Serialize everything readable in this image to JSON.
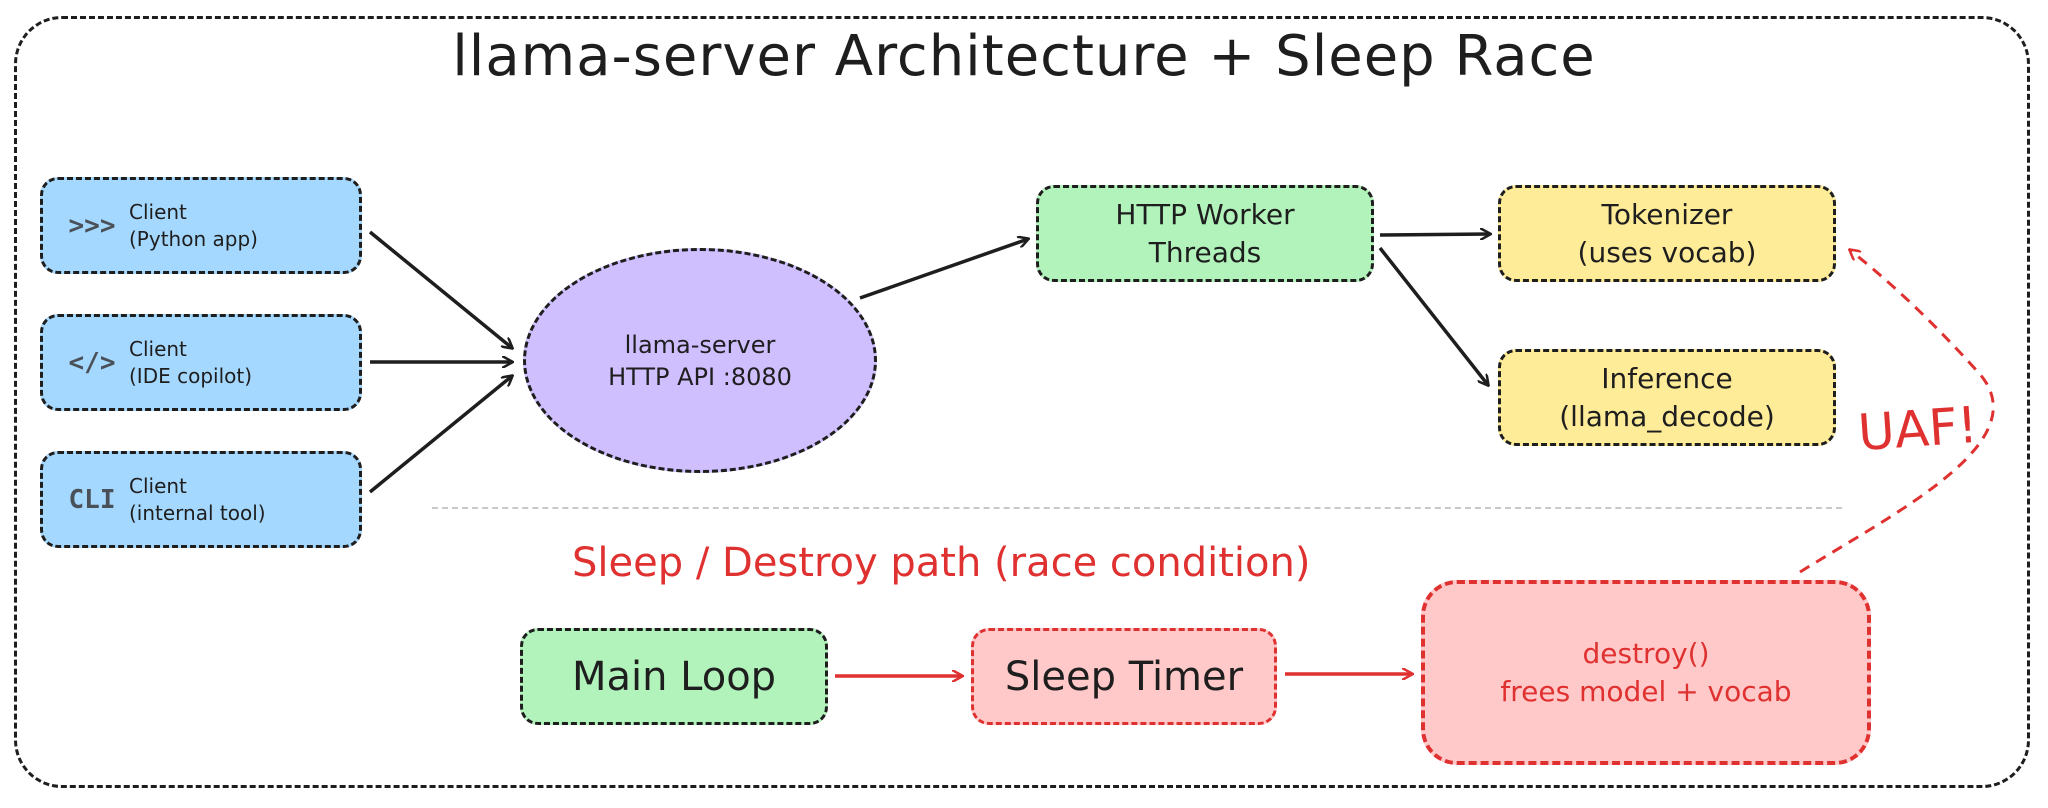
{
  "title": "llama-server Architecture + Sleep Race",
  "clients": [
    {
      "glyph": ">>>",
      "line1": "Client",
      "line2": "(Python app)"
    },
    {
      "glyph": "</>",
      "line1": "Client",
      "line2": "(IDE copilot)"
    },
    {
      "glyph": "CLI",
      "line1": "Client",
      "line2": "(internal tool)"
    }
  ],
  "server": {
    "line1": "llama-server",
    "line2": "HTTP API :8080"
  },
  "workers": {
    "line1": "HTTP Worker",
    "line2": "Threads"
  },
  "tokenizer": {
    "line1": "Tokenizer",
    "line2": "(uses vocab)"
  },
  "inference": {
    "line1": "Inference",
    "line2": "(llama_decode)"
  },
  "sleep_section_label": "Sleep / Destroy path (race condition)",
  "main_loop": "Main Loop",
  "sleep_timer": "Sleep Timer",
  "destroy": {
    "line1": "destroy()",
    "line2": "frees model + vocab"
  },
  "uaf_label": "UAF!",
  "colors": {
    "client_fill": "#a5d8ff",
    "server_fill": "#d0bfff",
    "worker_fill": "#b2f2bb",
    "component_fill": "#ffec99",
    "danger_fill": "#ffc9c9",
    "danger_stroke": "#e03131",
    "stroke": "#1e1e1e"
  }
}
